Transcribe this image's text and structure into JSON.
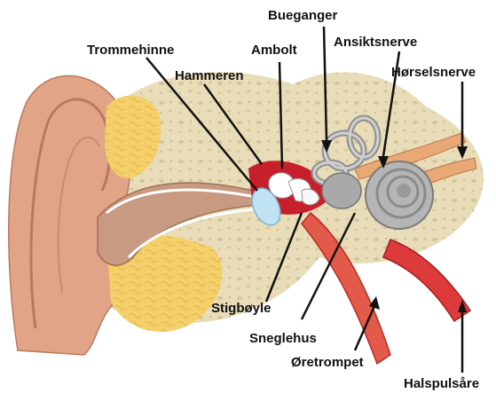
{
  "labels": {
    "bueganger": "Bueganger",
    "trommehinne": "Trommehinne",
    "ambolt": "Ambolt",
    "ansiktsnerve": "Ansiktsnerve",
    "hammeren": "Hammeren",
    "horselsnerve": "Hørselsnerve",
    "stigboyle": "Stigbøyle",
    "sneglehus": "Sneglehus",
    "oretrompet": "Øretrompet",
    "halspulsare": "Halspulsåre"
  },
  "colors": {
    "skin": "#e2a487",
    "skin_dark": "#b97a5c",
    "bone": "#e9ddb9",
    "fat": "#f4cf6a",
    "canal": "#c99a82",
    "ossicles": "#c8202a",
    "cochlea": "#b5b5b5",
    "eardrum": "#bfe3f2",
    "artery": "#dd3b3b",
    "nerve": "#e9a875",
    "leader": "#111111"
  }
}
